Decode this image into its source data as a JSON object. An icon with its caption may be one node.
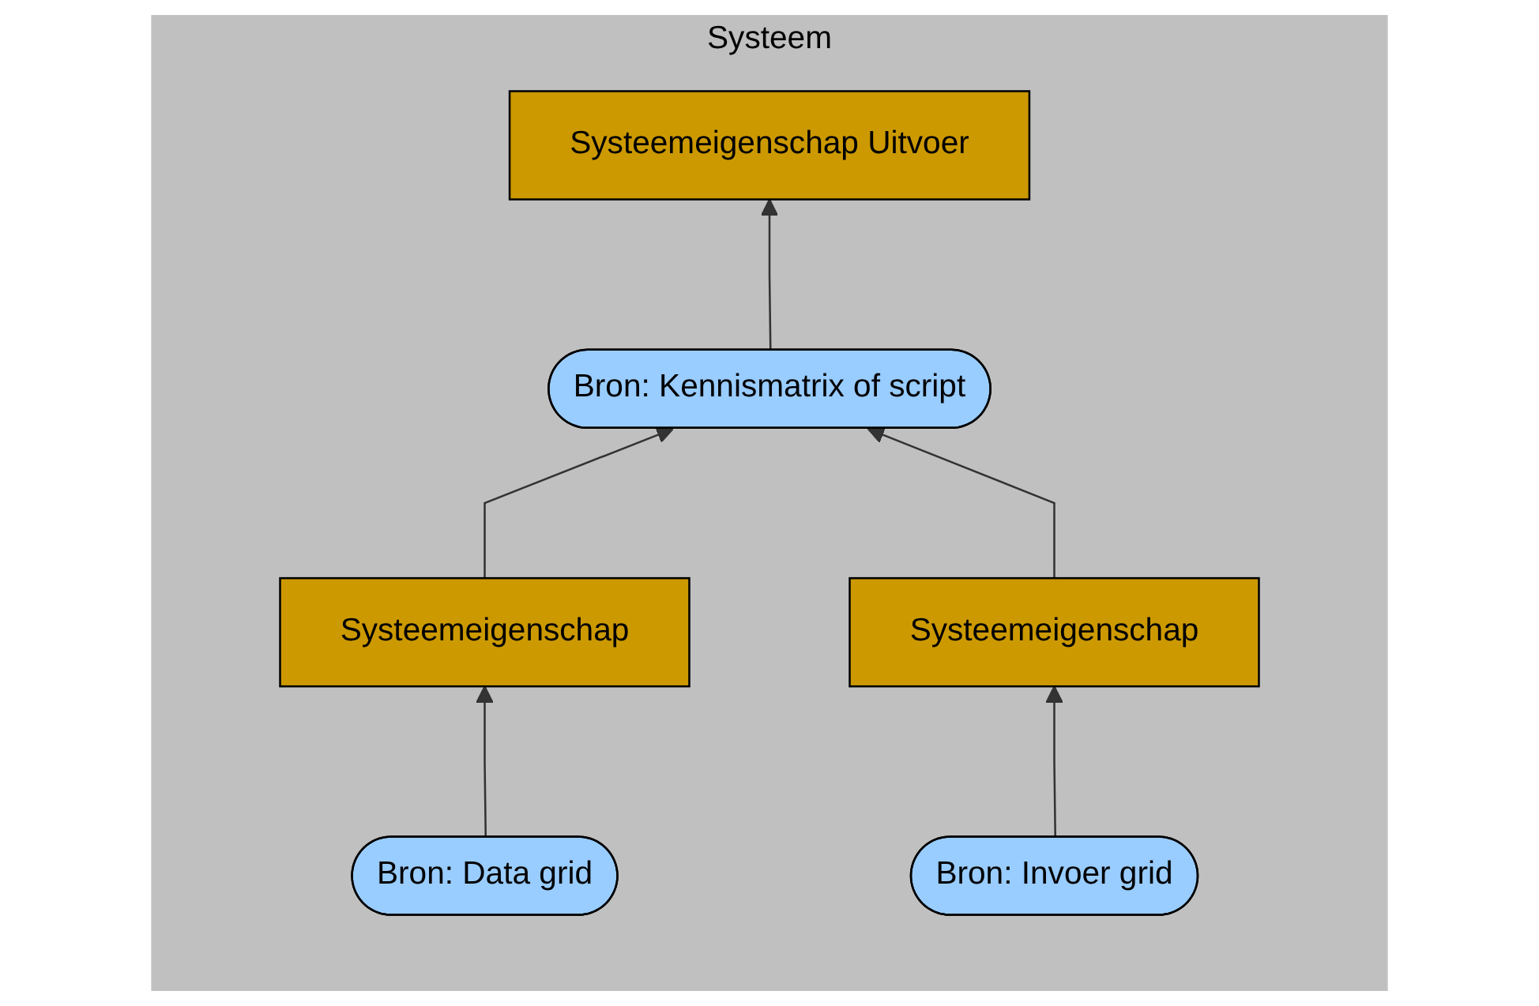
{
  "diagram": {
    "nodes": [
      {
        "text": [
          "Systeem"
        ]
      },
      {
        "text": [
          "Systeemeigenschap Uitvoer"
        ],
        "in": 0
      },
      {
        "text": [
          "Bron: Kennismatrix of script"
        ],
        "in": 0
      },
      {
        "text": [
          "Systeemeigenschap"
        ],
        "in": 0
      },
      {
        "text": [
          "Systeemeigenschap"
        ],
        "in": 0
      },
      {
        "text": [
          "Bron: Data grid"
        ],
        "in": 0
      },
      {
        "text": [
          "Bron: Invoer grid"
        ],
        "in": 0
      }
    ],
    "edges": [
      {
        "from": 2,
        "to": 1,
        "arrow": "to"
      },
      {
        "from": 3,
        "to": 2,
        "arrow": "to"
      },
      {
        "from": 4,
        "to": 2,
        "arrow": "to"
      },
      {
        "from": 5,
        "to": 3,
        "arrow": "to"
      },
      {
        "from": 6,
        "to": 4,
        "arrow": "to"
      }
    ]
  }
}
